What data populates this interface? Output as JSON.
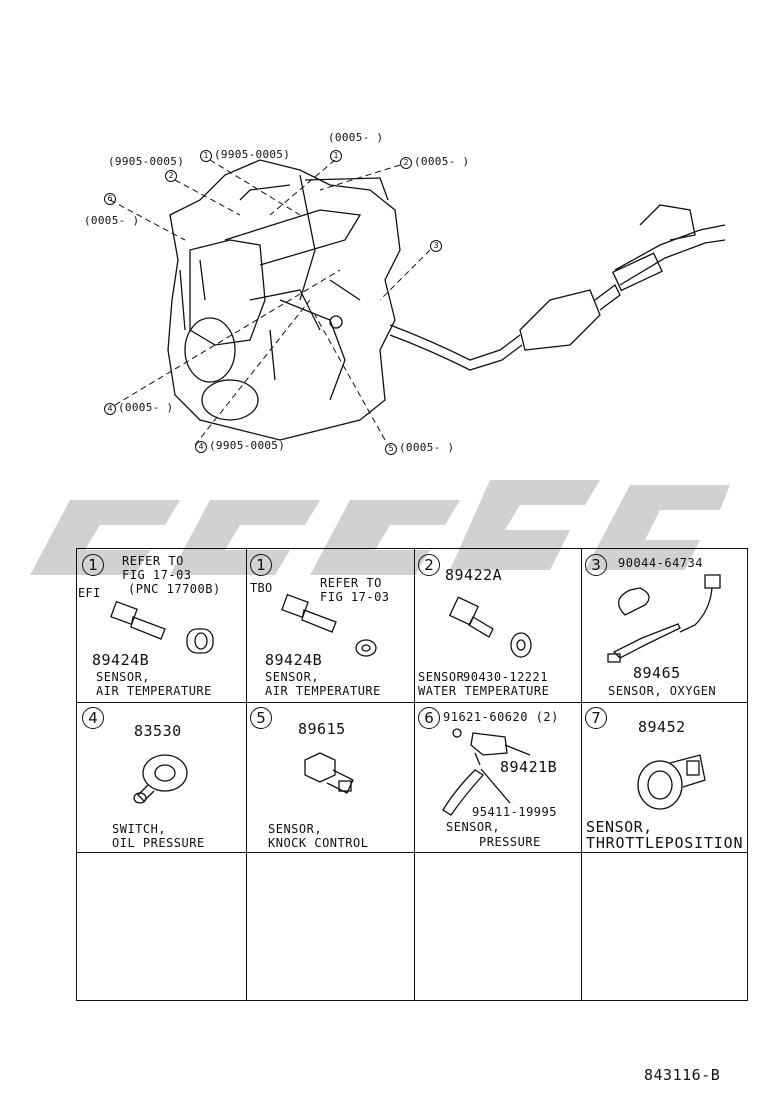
{
  "exploded_view": {
    "callouts": [
      {
        "num": "1",
        "text": "(9905-0005)"
      },
      {
        "num": "1",
        "text": "(0005-    )"
      },
      {
        "num": "2",
        "text": "(9905-0005)"
      },
      {
        "num": "2",
        "text": "(0005-    )"
      },
      {
        "num": "6",
        "text": "(0005-    )"
      },
      {
        "num": "3",
        "text": ""
      },
      {
        "num": "4",
        "text": "(0005-    )"
      },
      {
        "num": "4",
        "text": "(9905-0005)"
      },
      {
        "num": "5",
        "text": "(0005-    )"
      }
    ]
  },
  "cells": [
    {
      "num": "1",
      "variant": "EFI",
      "refer": [
        "REFER TO",
        "FIG 17-03",
        "(PNC 17700B)"
      ],
      "part": "89424B",
      "caption": [
        "SENSOR,",
        "AIR TEMPERATURE"
      ]
    },
    {
      "num": "1",
      "variant": "TBO",
      "refer": [
        "REFER TO",
        "FIG 17-03"
      ],
      "part": "89424B",
      "caption": [
        "SENSOR,",
        "AIR TEMPERATURE"
      ]
    },
    {
      "num": "2",
      "part": "89422A",
      "part2": "90430-12221",
      "caption": [
        "SENSOR",
        "WATER TEMPERATURE"
      ]
    },
    {
      "num": "3",
      "part": "90044-64734",
      "part2": "89465",
      "caption": [
        "SENSOR, OXYGEN"
      ]
    },
    {
      "num": "4",
      "part": "83530",
      "caption": [
        "SWITCH,",
        "OIL PRESSURE"
      ]
    },
    {
      "num": "5",
      "part": "89615",
      "caption": [
        "SENSOR,",
        "KNOCK CONTROL"
      ]
    },
    {
      "num": "6",
      "part": "91621-60620 (2)",
      "part2": "89421B",
      "part3": "95411-19995",
      "caption": [
        "SENSOR,",
        "PRESSURE"
      ]
    },
    {
      "num": "7",
      "part": "89452",
      "caption": [
        "SENSOR,",
        "THROTTLEPOSITION"
      ]
    }
  ],
  "footer": {
    "code": "843116-B"
  }
}
